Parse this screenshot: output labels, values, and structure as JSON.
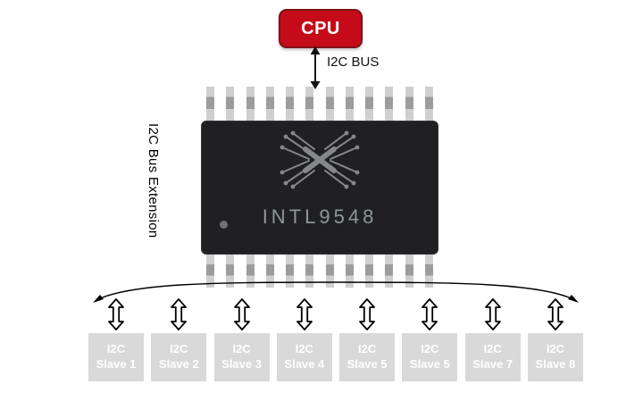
{
  "cpu": {
    "label": "CPU"
  },
  "bus": {
    "label": "I2C BUS"
  },
  "side_label": "I2C Bus Extension",
  "chip": {
    "label": "INTL9548",
    "pins_per_side": 12
  },
  "slaves": [
    {
      "line1": "I2C",
      "line2": "Slave 1"
    },
    {
      "line1": "I2C",
      "line2": "Slave 2"
    },
    {
      "line1": "I2C",
      "line2": "Slave 3"
    },
    {
      "line1": "I2C",
      "line2": "Slave 4"
    },
    {
      "line1": "I2C",
      "line2": "Slave 5"
    },
    {
      "line1": "I2C",
      "line2": "Slave 5"
    },
    {
      "line1": "I2C",
      "line2": "Slave 7"
    },
    {
      "line1": "I2C",
      "line2": "Slave 8"
    }
  ],
  "colors": {
    "cpu_red": "#c50b19",
    "cpu_border": "#7d1216",
    "chip_black": "#202022",
    "chip_text": "#8e969b",
    "slave_gray": "#d9d9d9",
    "pin_light": "#cfcfcf",
    "pin_dark": "#9c9c9c"
  }
}
